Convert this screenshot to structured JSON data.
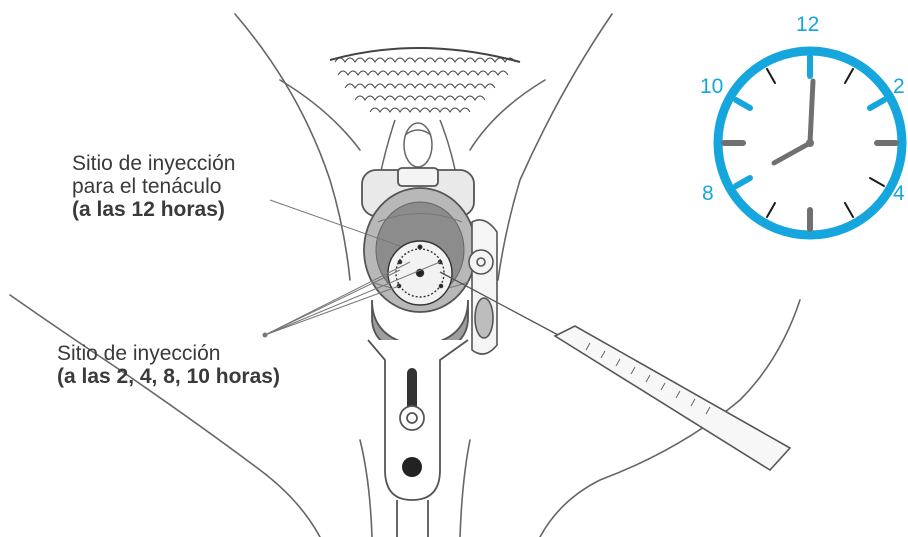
{
  "labels": {
    "tenaculum_site": {
      "line1": "Sitio de inyección",
      "line2": "para el tenáculo",
      "line3": "(a las 12 horas)"
    },
    "injection_sites": {
      "line1": "Sitio de inyección",
      "line2": "(a las 2, 4, 8, 10 horas)"
    }
  },
  "clock": {
    "numbers": {
      "n12": "12",
      "n2": "2",
      "n4": "4",
      "n8": "8",
      "n10": "10"
    },
    "time_shown": "8:00",
    "colors": {
      "ring": "#16a6de",
      "numbers": "#16a6de",
      "hands": "#707070",
      "minor_ticks": "#1a1a1a"
    }
  },
  "illustration": {
    "subject": "speculum-exam-cervical-injection-sites",
    "line_color": "#555555"
  }
}
